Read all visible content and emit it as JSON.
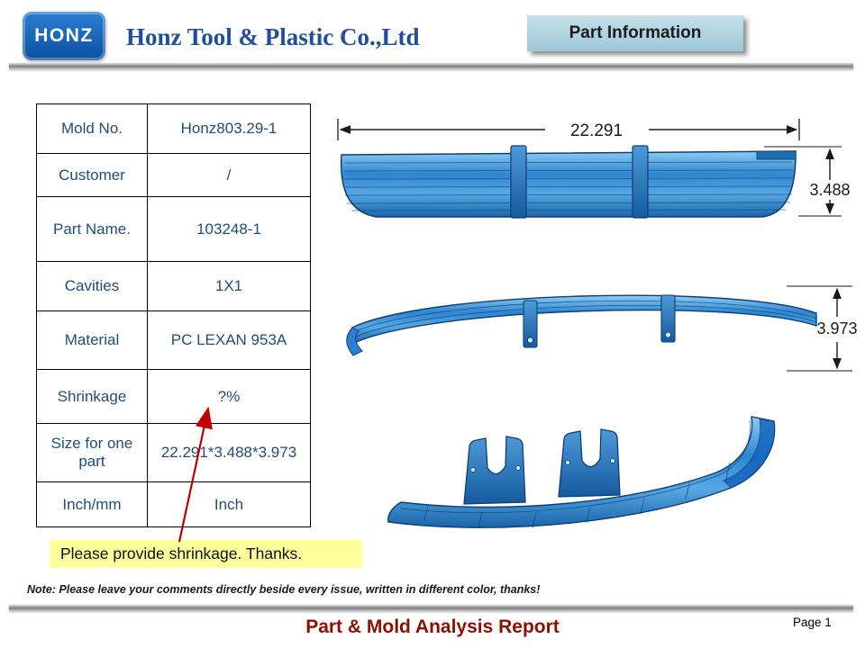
{
  "header": {
    "logo_text": "HONZ",
    "company_title": "Honz Tool & Plastic Co.,Ltd",
    "tag": "Part Information"
  },
  "spec_table": {
    "rows": [
      {
        "label": "Mold No.",
        "value": "Honz803.29-1"
      },
      {
        "label": "Customer",
        "value": "/"
      },
      {
        "label": "Part Name.",
        "value": "103248-1"
      },
      {
        "label": "Cavities",
        "value": "1X1"
      },
      {
        "label": "Material",
        "value": "PC LEXAN 953A"
      },
      {
        "label": "Shrinkage",
        "value": "?%"
      },
      {
        "label": "Size for one part",
        "value": "22.291*3.488*3.973"
      },
      {
        "label": "Inch/mm",
        "value": "Inch"
      }
    ]
  },
  "comment": {
    "text": "Please provide shrinkage. Thanks."
  },
  "drawing": {
    "dim_length": "22.291",
    "dim_height": "3.488",
    "dim_depth": "3.973"
  },
  "footer": {
    "note": "Note: Please leave your comments directly beside every issue, written in different color, thanks!",
    "report_title": "Part & Mold Analysis Report",
    "page_label": "Page 1"
  },
  "colors": {
    "accent_blue": "#1F4E9C",
    "table_text": "#1F4E79",
    "tag_bg": "#A9CEDD",
    "highlight_bg": "#FFFF9C",
    "report_title": "#8B1000",
    "part_blue": "#2F85D0",
    "arrow_red": "#C00000"
  }
}
